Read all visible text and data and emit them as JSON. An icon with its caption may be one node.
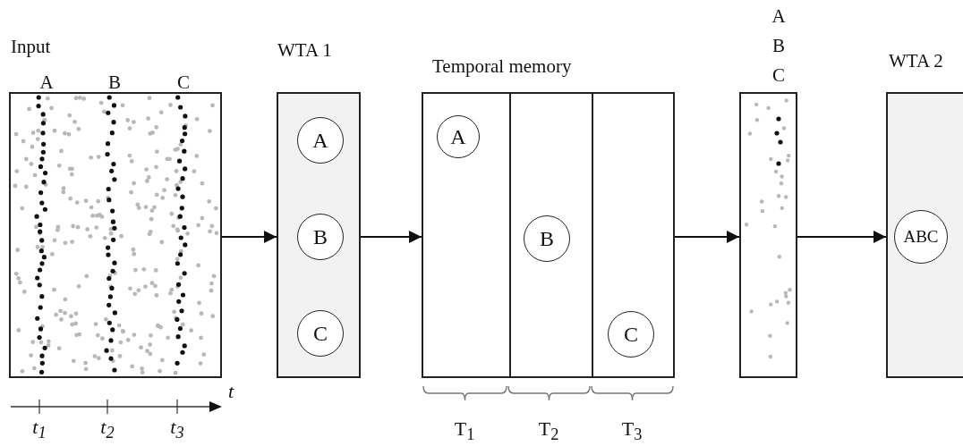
{
  "diagram": {
    "nodes": [
      {
        "text": [
          "Input",
          "A",
          "B",
          "C"
        ]
      },
      {
        "text": [
          "WTA 1"
        ]
      },
      {
        "text": [
          "A"
        ],
        "in": 1
      },
      {
        "text": [
          "B"
        ],
        "in": 1
      },
      {
        "text": [
          "C"
        ],
        "in": 1
      },
      {
        "text": [
          "Temporal memory"
        ]
      },
      {
        "text": [
          "A"
        ],
        "in": 5
      },
      {
        "text": [
          "B"
        ],
        "in": 5
      },
      {
        "text": [
          "C"
        ],
        "in": 5
      },
      {
        "text": [
          "A",
          "B",
          "C"
        ]
      },
      {
        "text": [
          "WTA 2"
        ]
      },
      {
        "text": [
          "ABC"
        ],
        "in": 10
      }
    ],
    "edges": [
      {
        "from": 0,
        "to": 1,
        "arrow": "to"
      },
      {
        "from": 1,
        "to": 5,
        "arrow": "to"
      },
      {
        "from": 5,
        "to": 9,
        "arrow": "to"
      },
      {
        "from": 9,
        "to": 10,
        "arrow": "to"
      }
    ],
    "labels": [
      "t",
      "t$_{1}$",
      "t$_{2}$",
      "t$_{3}$",
      "T$_{1}$",
      "T$_{2}$",
      "T$_{3}$"
    ]
  }
}
